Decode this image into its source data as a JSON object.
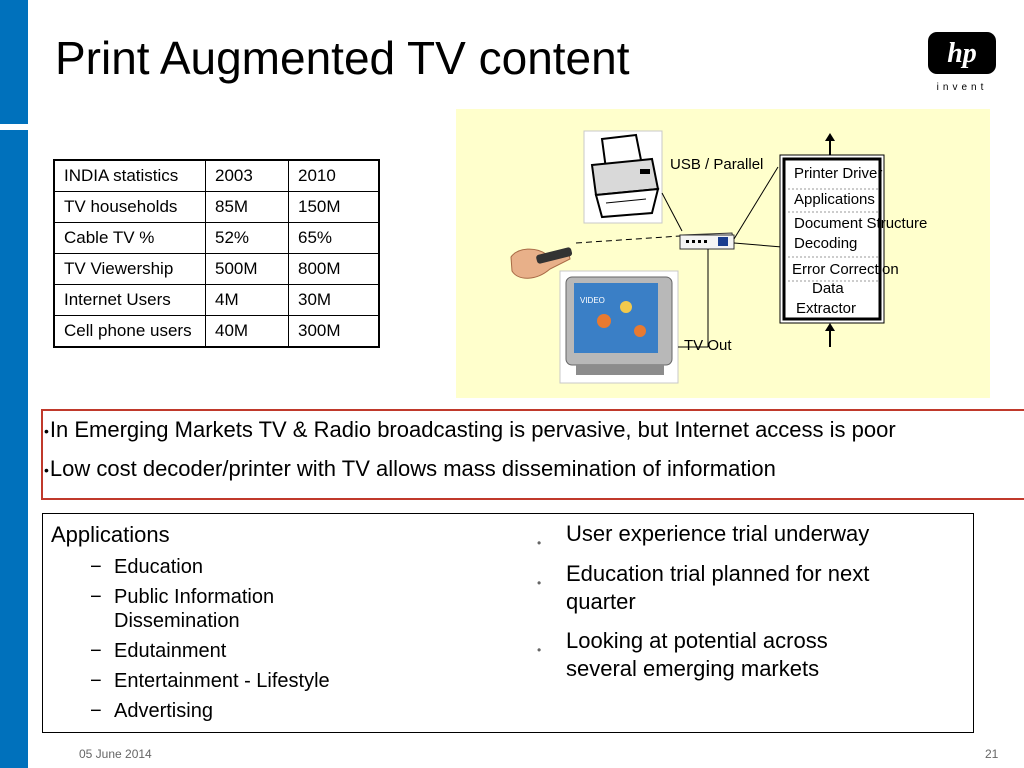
{
  "slide": {
    "title": "Print Augmented TV content",
    "logo": {
      "icon": "hp-logo-icon",
      "tagline": "invent"
    },
    "table": {
      "rows": [
        [
          "INDIA statistics",
          "2003",
          "2010"
        ],
        [
          "TV households",
          "85M",
          "150M"
        ],
        [
          "Cable TV %",
          "52%",
          "65%"
        ],
        [
          "TV Viewership",
          "500M",
          "800M"
        ],
        [
          "Internet Users",
          "4M",
          "30M"
        ],
        [
          "Cell phone users",
          "40M",
          "300M"
        ]
      ]
    },
    "diagram": {
      "usb_label": "USB / Parallel",
      "tv_out_label": "TV Out",
      "box_items": [
        "Printer Driver",
        "Applications",
        "Document Structure",
        "Decoding",
        "Error Correction",
        "Data",
        "Extractor"
      ],
      "tv_screen_text": "VIDEO",
      "icons": [
        "printer-icon",
        "remote-hand-icon",
        "tv-icon",
        "decoder-box-icon"
      ]
    },
    "highlights": [
      "In Emerging Markets TV & Radio broadcasting is pervasive, but Internet access is poor",
      "Low cost decoder/printer with TV allows mass dissemination of information"
    ],
    "applications": {
      "heading": "Applications",
      "items": [
        "Education",
        "Public Information Dissemination",
        "Edutainment",
        "Entertainment - Lifestyle",
        "Advertising"
      ]
    },
    "status_points": [
      "User experience trial underway",
      "Education trial planned for next quarter",
      "Looking at potential across several emerging markets"
    ],
    "footer": {
      "date": "05 June 2014",
      "page": "21"
    },
    "colors": {
      "sidebar": "#0071bc",
      "highlight_border": "#c0392b",
      "diagram_bg": "#ffffcc"
    }
  }
}
